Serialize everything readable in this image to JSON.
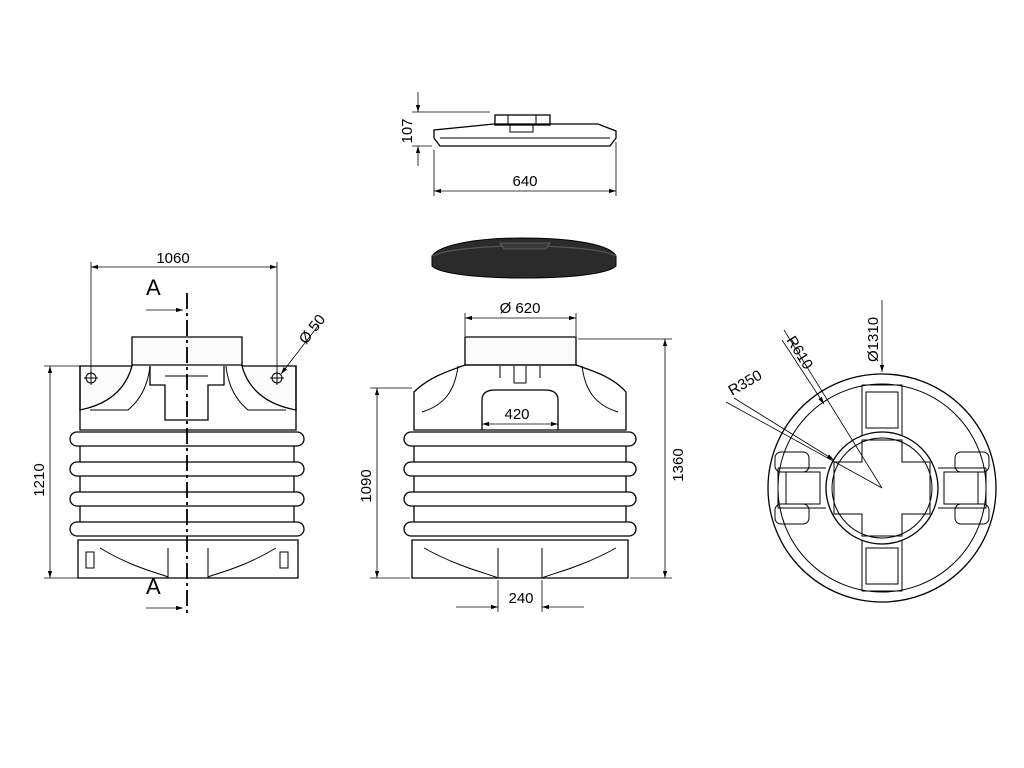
{
  "lid": {
    "height_label": "107",
    "width_label": "640"
  },
  "section_view": {
    "width_label": "1060",
    "height_label": "1210",
    "hole_label": "Ø 50",
    "section_mark": "A"
  },
  "front_view": {
    "neck_label": "Ø 620",
    "opening_label": "420",
    "height_label": "1090",
    "total_height_label": "1360",
    "bottom_label": "240"
  },
  "top_view": {
    "diameter_label": "Ø1310",
    "outer_radius_label": "R610",
    "inner_radius_label": "R350"
  }
}
